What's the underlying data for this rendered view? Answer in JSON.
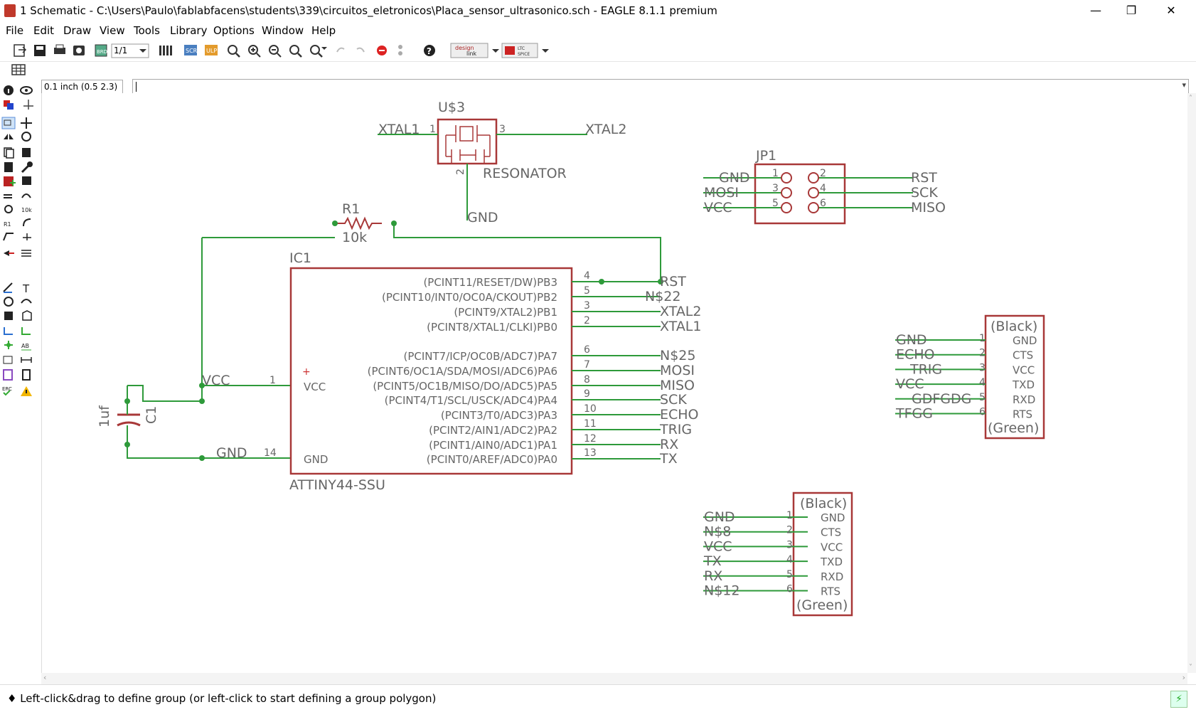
{
  "window": {
    "title": "1 Schematic - C:\\Users\\Paulo\\fablabfacens\\students\\339\\circuitos_eletronicos\\Placa_sensor_ultrasonico.sch - EAGLE 8.1.1 premium",
    "minimize_icon": "minimize-icon",
    "maximize_icon": "restore-icon",
    "close_icon": "close-icon"
  },
  "menu": [
    "File",
    "Edit",
    "Draw",
    "View",
    "Tools",
    "Library",
    "Options",
    "Window",
    "Help"
  ],
  "toolbar": {
    "sheet_select": "1/1",
    "designlink_label": "design link",
    "ltspice_label": "LTC SPICE"
  },
  "grid_info": "0.1 inch (0.5 2.3)",
  "command_line": "",
  "status_message": "Left-click&drag to define group (or left-click to start defining a group polygon)",
  "colors": {
    "net": "#2e9a3a",
    "part": "#a83838",
    "junction": "#2e9a3a",
    "text": "#666666"
  },
  "schematic": {
    "resonator": {
      "name": "U$3",
      "value": "RESONATOR",
      "pin1": "1",
      "pin2": "2",
      "pin3": "3",
      "net_left": "XTAL1",
      "net_right": "XTAL2",
      "net_bottom": "GND"
    },
    "resistor": {
      "name": "R1",
      "value": "10k"
    },
    "capacitor": {
      "name": "C1",
      "value": "1uf"
    },
    "ic": {
      "name": "IC1",
      "value": "ATTINY44-SSU",
      "vcc_label": "VCC",
      "gnd_label": "GND",
      "vcc_pin": "1",
      "gnd_pin": "14",
      "vcc_net": "VCC",
      "gnd_net": "GND",
      "pins": [
        {
          "label": "(PCINT11/RESET/DW)PB3",
          "num": "4",
          "net": "RST"
        },
        {
          "label": "(PCINT10/INT0/OC0A/CKOUT)PB2",
          "num": "5",
          "net": "N$22"
        },
        {
          "label": "(PCINT9/XTAL2)PB1",
          "num": "3",
          "net": "XTAL2"
        },
        {
          "label": "(PCINT8/XTAL1/CLKI)PB0",
          "num": "2",
          "net": "XTAL1"
        },
        {
          "label": "(PCINT7/ICP/OC0B/ADC7)PA7",
          "num": "6",
          "net": "N$25"
        },
        {
          "label": "(PCINT6/OC1A/SDA/MOSI/ADC6)PA6",
          "num": "7",
          "net": "MOSI"
        },
        {
          "label": "(PCINT5/OC1B/MISO/DO/ADC5)PA5",
          "num": "8",
          "net": "MISO"
        },
        {
          "label": "(PCINT4/T1/SCL/USCK/ADC4)PA4",
          "num": "9",
          "net": "SCK"
        },
        {
          "label": "(PCINT3/T0/ADC3)PA3",
          "num": "10",
          "net": "ECHO"
        },
        {
          "label": "(PCINT2/AIN1/ADC2)PA2",
          "num": "11",
          "net": "TRIG"
        },
        {
          "label": "(PCINT1/AIN0/ADC1)PA1",
          "num": "12",
          "net": "RX"
        },
        {
          "label": "(PCINT0/AREF/ADC0)PA0",
          "num": "13",
          "net": "TX"
        }
      ]
    },
    "isp": {
      "name": "JP1",
      "left": [
        {
          "net": "GND",
          "num": "1"
        },
        {
          "net": "MOSI",
          "num": "3"
        },
        {
          "net": "VCC",
          "num": "5"
        }
      ],
      "right": [
        {
          "net": "RST",
          "num": "2"
        },
        {
          "net": "SCK",
          "num": "4"
        },
        {
          "net": "MISO",
          "num": "6"
        }
      ]
    },
    "ftdi1": {
      "top": "(Black)",
      "bottom": "(Green)",
      "pins": [
        {
          "num": "1",
          "name": "GND",
          "net": "GND"
        },
        {
          "num": "2",
          "name": "CTS",
          "net": "ECHO"
        },
        {
          "num": "3",
          "name": "VCC",
          "net": "TRIG"
        },
        {
          "num": "4",
          "name": "TXD",
          "net": "VCC"
        },
        {
          "num": "5",
          "name": "RXD",
          "net": "GDFGDG"
        },
        {
          "num": "6",
          "name": "RTS",
          "net": "TFGG"
        }
      ]
    },
    "ftdi2": {
      "top": "(Black)",
      "bottom": "(Green)",
      "pins": [
        {
          "num": "1",
          "name": "GND",
          "net": "GND"
        },
        {
          "num": "2",
          "name": "CTS",
          "net": "N$8"
        },
        {
          "num": "3",
          "name": "VCC",
          "net": "VCC"
        },
        {
          "num": "4",
          "name": "TXD",
          "net": "TX"
        },
        {
          "num": "5",
          "name": "RXD",
          "net": "RX"
        },
        {
          "num": "6",
          "name": "RTS",
          "net": "N$12"
        }
      ]
    }
  }
}
